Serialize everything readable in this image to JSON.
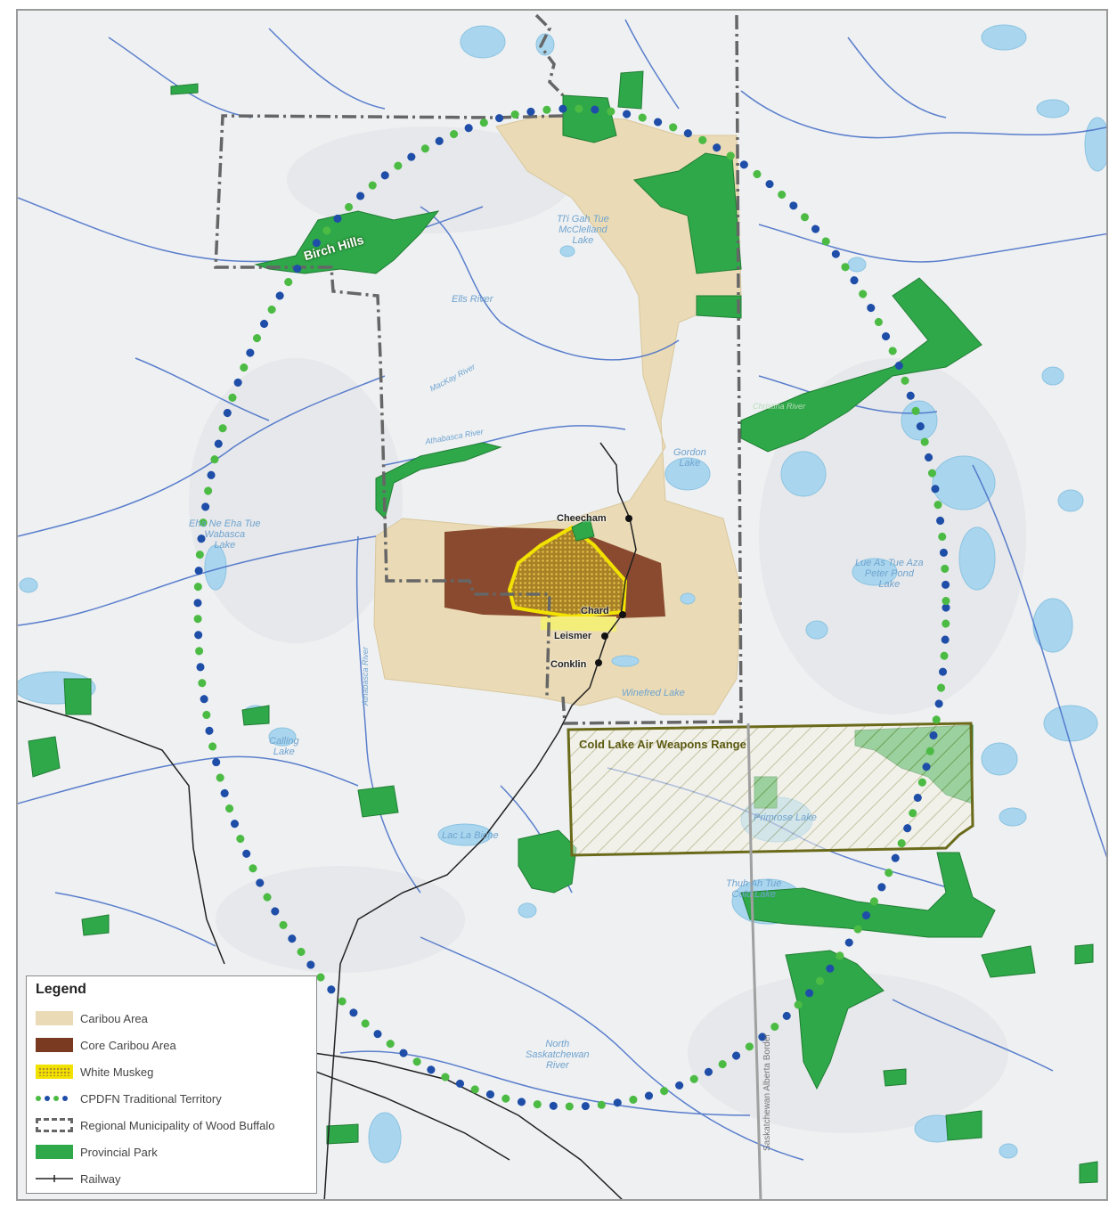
{
  "map": {
    "labels": {
      "birch_hills": "Birch Hills",
      "mcclelland": "Tl'i Gah Tue\nMcClelland\nLake",
      "ells_river": "Ells River",
      "mackay_river": "MacKay River",
      "athabasca_river_1": "Athabasca River",
      "christina_river": "Christina River",
      "gordon_lake": "Gordon\nLake",
      "wabasca": "Eha Ne Eha Tue\nWabasca\nLake",
      "cheecham": "Cheecham",
      "chard": "Chard",
      "leismer": "Leismer",
      "conklin": "Conklin",
      "peter_pond": "Lue As Tue Aza\nPeter Pond\nLake",
      "winefred": "Winefred Lake",
      "athabasca_river_2": "Athabasca River",
      "calling_lake": "Calling\nLake",
      "cold_lake_range": "Cold Lake Air Weapons Range",
      "primrose": "Primrose Lake",
      "lac_la_biche": "Lac La Biche",
      "cold_lake": "Thuh Ah Tue\nCold Lake",
      "north_sask": "North\nSaskatchewan\nRiver",
      "border": "Saskatchewan Alberta Border"
    }
  },
  "legend": {
    "title": "Legend",
    "items": [
      {
        "label": "Caribou Area",
        "color": "#eadbb6"
      },
      {
        "label": "Core Caribou Area",
        "color": "#7a3a22"
      },
      {
        "label": "White Muskeg",
        "color": "#f2e200"
      },
      {
        "label": "CPDFN Traditional Territory",
        "color": "#1f4ea8"
      },
      {
        "label": "Regional Municipality of Wood Buffalo",
        "color": "#666666"
      },
      {
        "label": "Provincial Park",
        "color": "#2fa84a"
      },
      {
        "label": "Railway",
        "color": "#222222"
      }
    ]
  },
  "colors": {
    "land": "#eef0f2",
    "water": "#a9d6ee",
    "river": "#4a72c8",
    "park": "#2fa84a",
    "caribou": "#eadbb6",
    "core_caribou": "#8a4a30",
    "muskeg": "#b08a2a",
    "range_border": "#6a6a1a",
    "territory_blue": "#1f4ea8",
    "territory_green": "#4cbb44"
  }
}
